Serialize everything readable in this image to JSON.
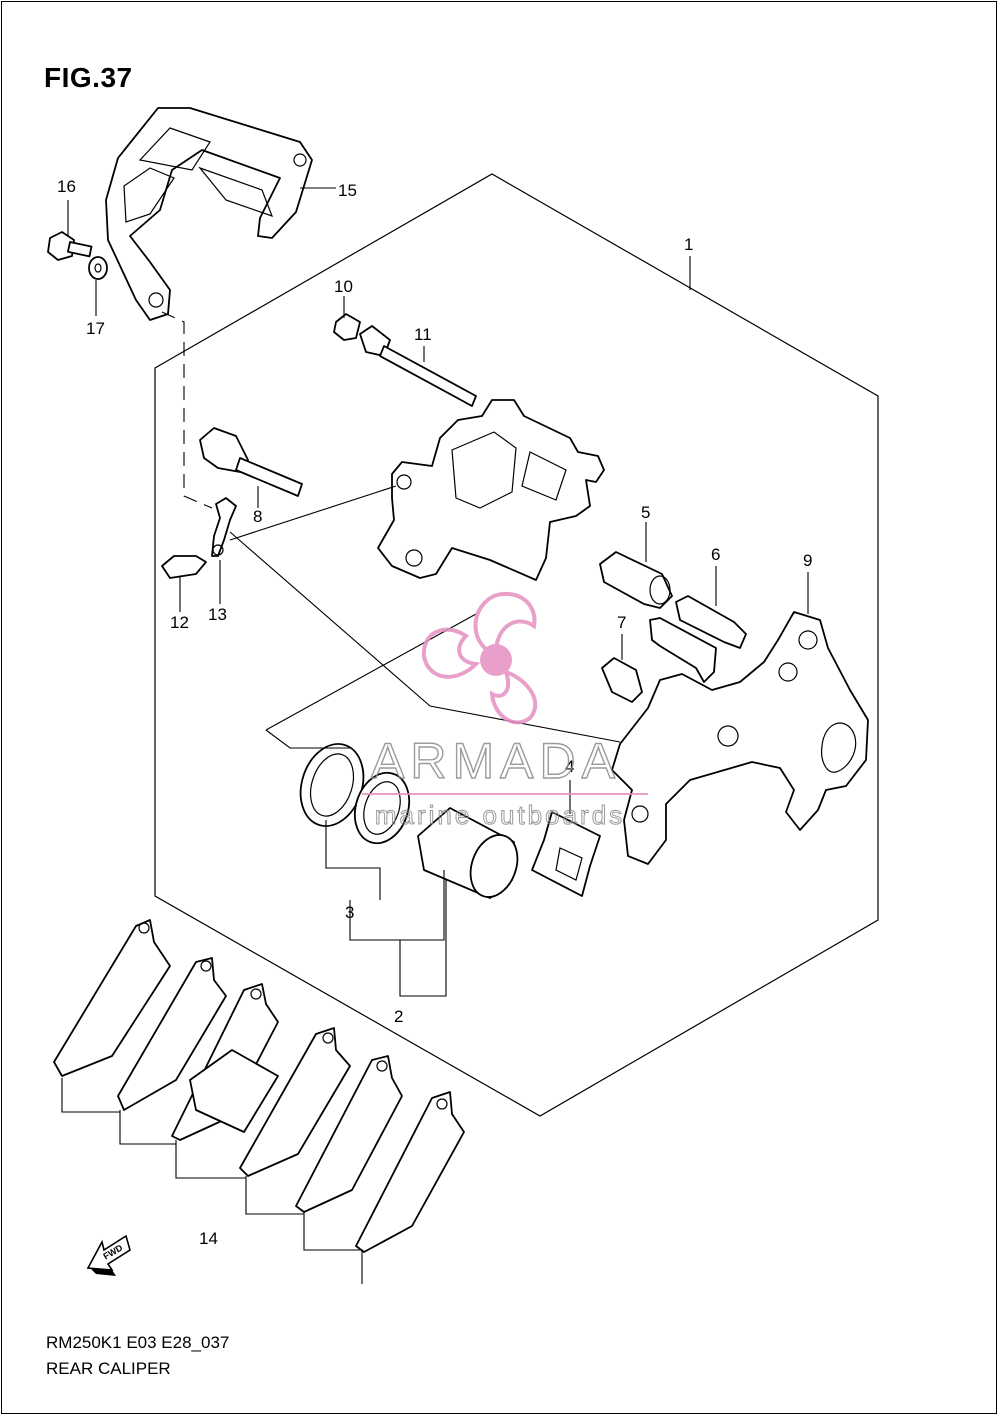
{
  "figure": {
    "title": "FIG.37",
    "code": "RM250K1 E03 E28_037",
    "caption": "REAR CALIPER"
  },
  "watermark": {
    "brand": "ARMADA",
    "tagline": "marine outboards",
    "logo_color": "#e58fc0"
  },
  "fwd_label": "FWD",
  "callouts": {
    "c1": "1",
    "c2": "2",
    "c3": "3",
    "c4": "4",
    "c5": "5",
    "c6": "6",
    "c7": "7",
    "c8": "8",
    "c9": "9",
    "c10": "10",
    "c11": "11",
    "c12": "12",
    "c13": "13",
    "c14": "14",
    "c15": "15",
    "c16": "16",
    "c17": "17"
  }
}
